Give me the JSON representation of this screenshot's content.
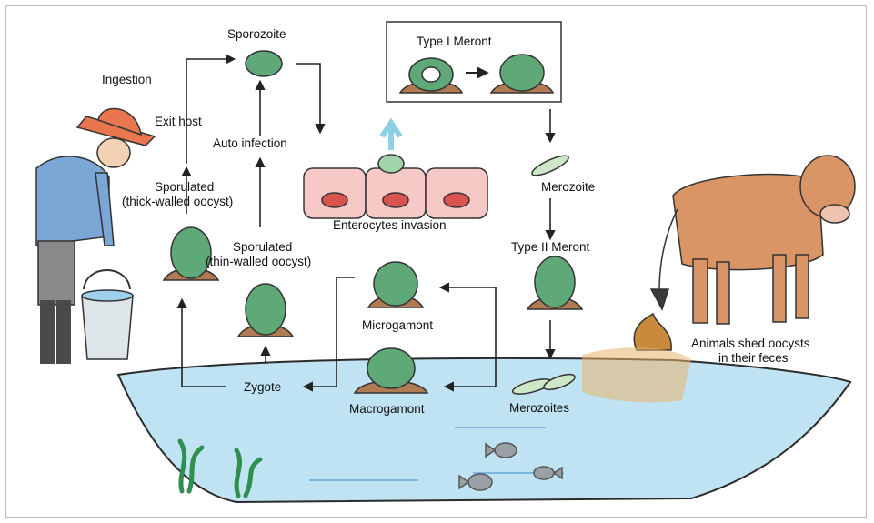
{
  "labels": {
    "ingestion": "Ingestion",
    "exit_host": "Exit host",
    "sporozoite": "Sporozoite",
    "auto_infection": "Auto infection",
    "type1_meront": "Type I Meront",
    "enterocytes_invasion": "Enterocytes invasion",
    "merozoite": "Merozoite",
    "type2_meront": "Type II Meront",
    "sporulated_thick_line1": "Sporulated",
    "sporulated_thick_line2": "(thick-walled oocyst)",
    "sporulated_thin_line1": "Sporulated",
    "sporulated_thin_line2": "(thin-walled oocyst)",
    "microgamont": "Microgamont",
    "macrogamont": "Macrogamont",
    "zygote": "Zygote",
    "merozoites": "Merozoites",
    "animals_shed_line1": "Animals shed oocysts",
    "animals_shed_line2": "in their feces"
  },
  "colors": {
    "water": "#bfe3f2",
    "parasite_green": "#5fa878",
    "cell_pink": "#f6c9c6",
    "cow": "#d99566",
    "hat": "#e8764e",
    "shirt": "#7ba7d6"
  },
  "icons": [
    "farmer",
    "bucket",
    "cow",
    "feces",
    "enterocytes",
    "fish",
    "seaweed",
    "oocyst",
    "meront",
    "gamont"
  ]
}
